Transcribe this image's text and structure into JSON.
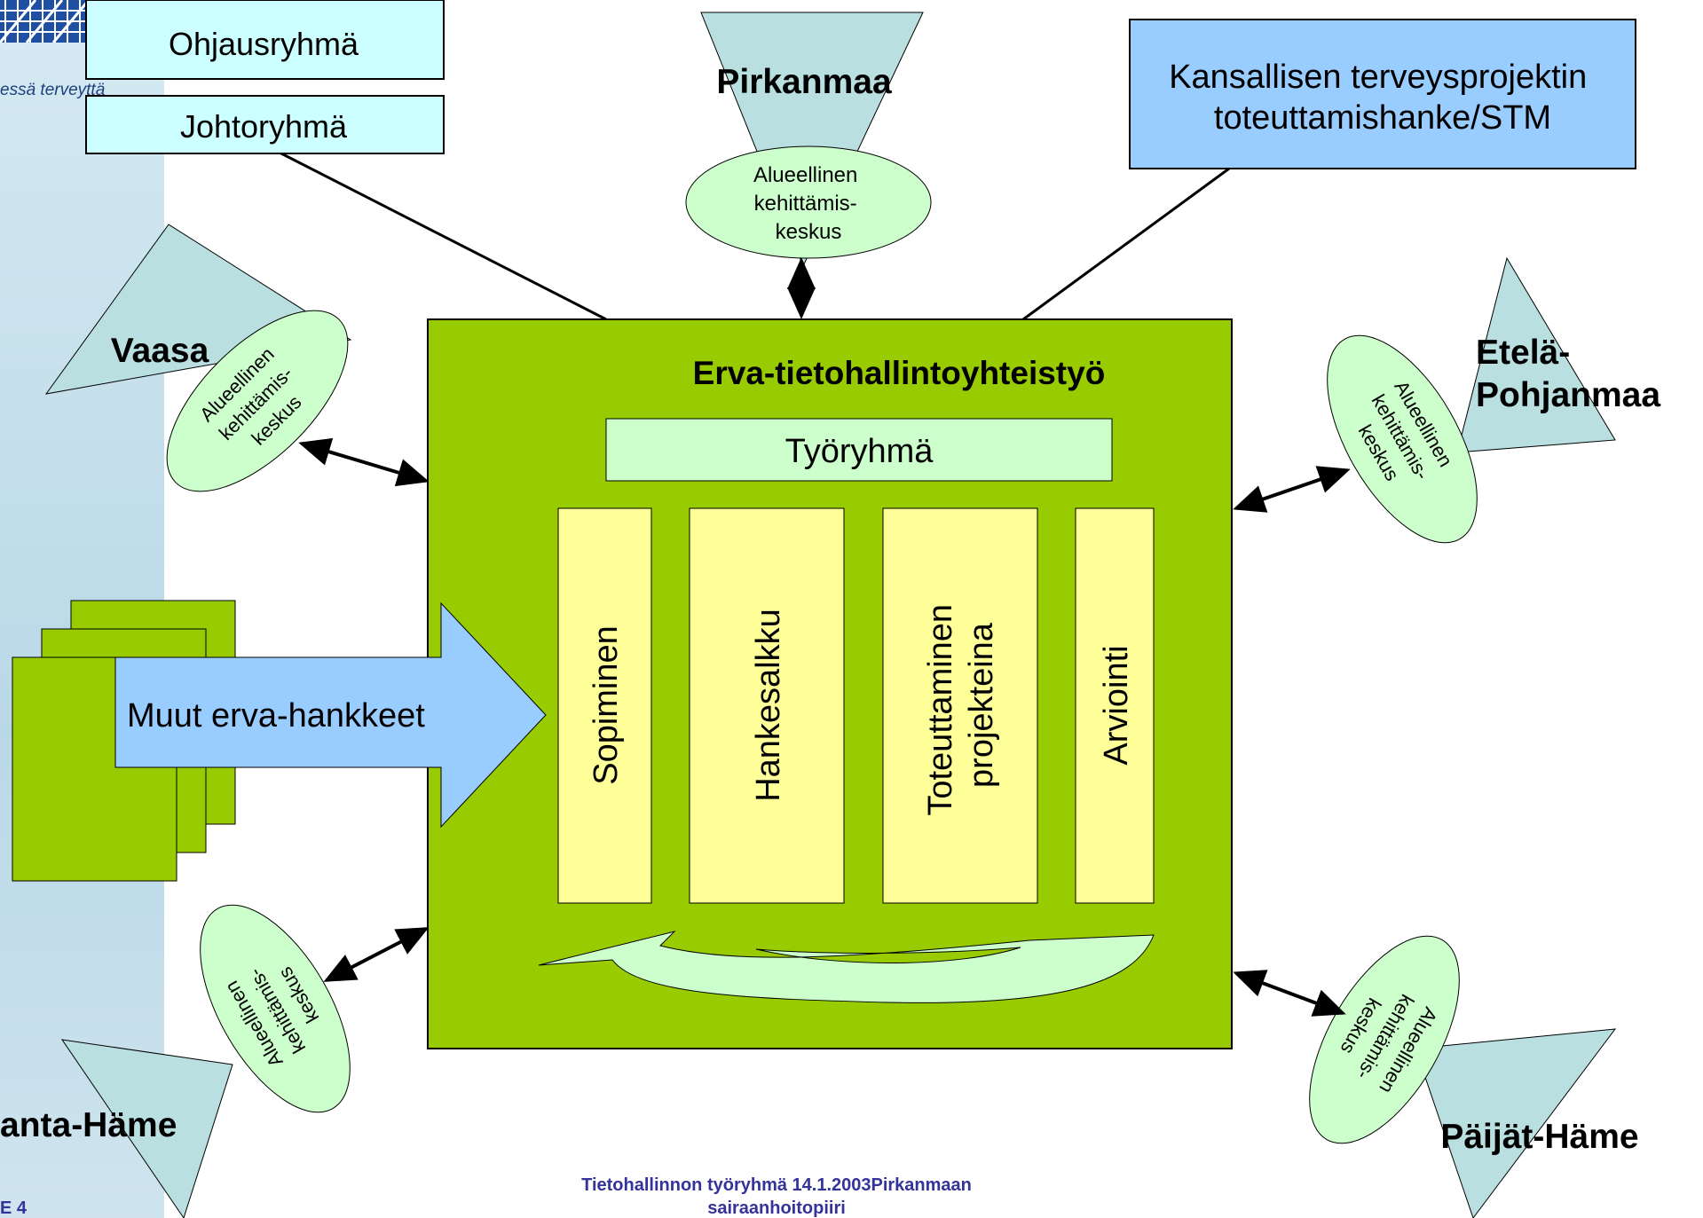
{
  "header": {
    "motto_fragment": "essä terveyttä"
  },
  "governance": {
    "steering_group": "Ohjausryhmä",
    "management_group": "Johtoryhmä",
    "national_project": [
      "Kansallisen terveysprojektin",
      "toteuttamishanke/STM"
    ]
  },
  "regions": {
    "pirkanmaa": "Pirkanmaa",
    "vaasa": "Vaasa",
    "etela_pohjanmaa": [
      "Etelä-",
      "Pohjanmaa"
    ],
    "kanta_hame": "anta-Häme",
    "paijat_hame": "Päijät-Häme"
  },
  "development_center": {
    "lines": [
      "Alueellinen",
      "kehittämis-",
      "keskus"
    ]
  },
  "central": {
    "title": "Erva-tietohallintoyhteistyö",
    "working_group": "Työryhmä",
    "phases": [
      {
        "lines": [
          "Sopiminen"
        ]
      },
      {
        "lines": [
          "Hankesalkku"
        ]
      },
      {
        "lines": [
          "Toteuttaminen",
          "projekteina"
        ]
      },
      {
        "lines": [
          "Arviointi"
        ]
      }
    ]
  },
  "other_projects": {
    "label": "Muut erva-hankkeet"
  },
  "footer": {
    "line1": "Tietohallinnon työryhmä 14.1.2003Pirkanmaan",
    "line2": "sairaanhoitopiiri",
    "page_fragment": "E 4"
  },
  "colors": {
    "central_green": "#99cc00",
    "light_green": "#ccffcc",
    "pale_yellow": "#ffff99",
    "region_triangle": "#b9dfe0",
    "arrow_blue": "#99ccff",
    "box_cyan": "#ccffff",
    "footer_navy": "#333399"
  }
}
